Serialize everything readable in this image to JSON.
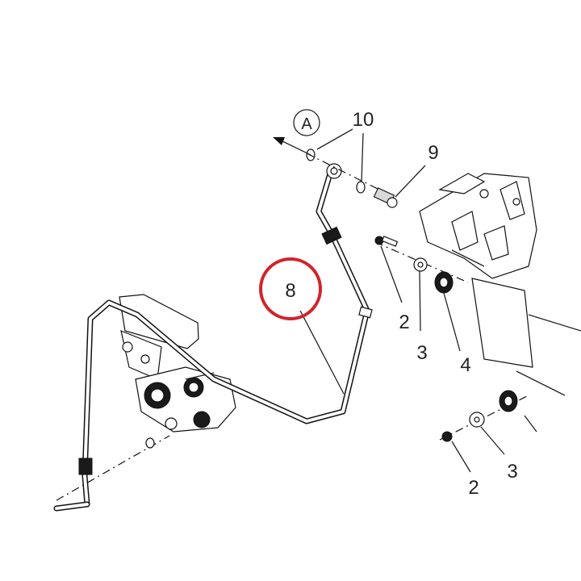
{
  "diagram": {
    "reference_marker": "A",
    "callouts": [
      {
        "id": "c10",
        "label": "10"
      },
      {
        "id": "c9",
        "label": "9"
      },
      {
        "id": "c8",
        "label": "8",
        "highlighted": true
      },
      {
        "id": "c2a",
        "label": "2"
      },
      {
        "id": "c3a",
        "label": "3"
      },
      {
        "id": "c4",
        "label": "4"
      },
      {
        "id": "c2b",
        "label": "2"
      },
      {
        "id": "c3b",
        "label": "3"
      }
    ],
    "colors": {
      "highlight": "#d0242b",
      "line": "#111111"
    }
  }
}
